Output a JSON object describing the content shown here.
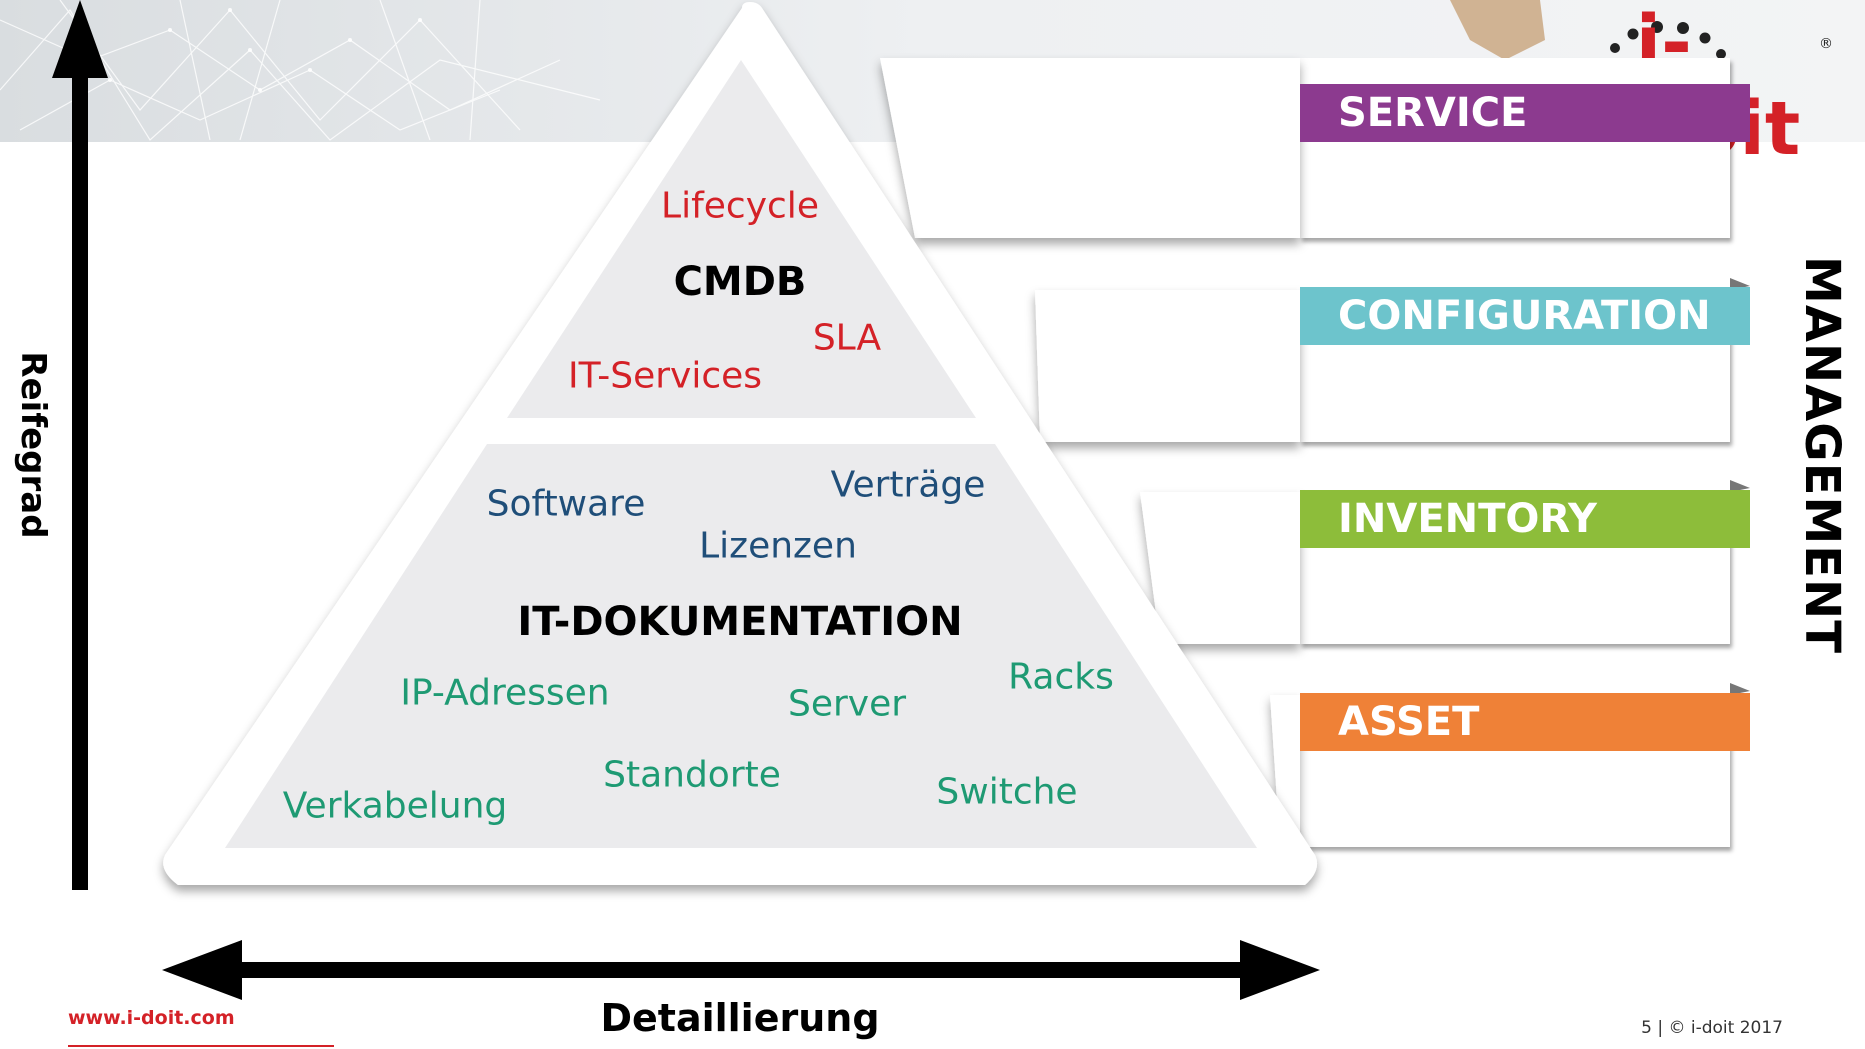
{
  "logo": {
    "text": "i-doit",
    "reg": "®"
  },
  "axes": {
    "vertical_label": "Reifegrad",
    "horizontal_label": "Detaillierung"
  },
  "pyramid": {
    "top": {
      "title": "CMDB",
      "items": [
        "Lifecycle",
        "SLA",
        "IT-Services"
      ]
    },
    "bottom": {
      "title": "IT-DOKUMENTATION",
      "blue_items": [
        "Software",
        "Verträge",
        "Lizenzen"
      ],
      "green_items": [
        "IP-Adressen",
        "Racks",
        "Server",
        "Standorte",
        "Switche",
        "Verkabelung"
      ]
    }
  },
  "layers": [
    {
      "label": "SERVICE",
      "color": "#8c3a8f"
    },
    {
      "label": "CONFIGURATION",
      "color": "#6dc4cc"
    },
    {
      "label": "INVENTORY",
      "color": "#8dbd3a"
    },
    {
      "label": "ASSET",
      "color": "#ef8137"
    }
  ],
  "management_label": "MANAGEMENT",
  "footer": {
    "url": "www.i-doit.com",
    "page_info": "5 | © i-doit 2017"
  },
  "colors": {
    "accent": "#d42127",
    "pyramid_fill": "#ebebed"
  }
}
